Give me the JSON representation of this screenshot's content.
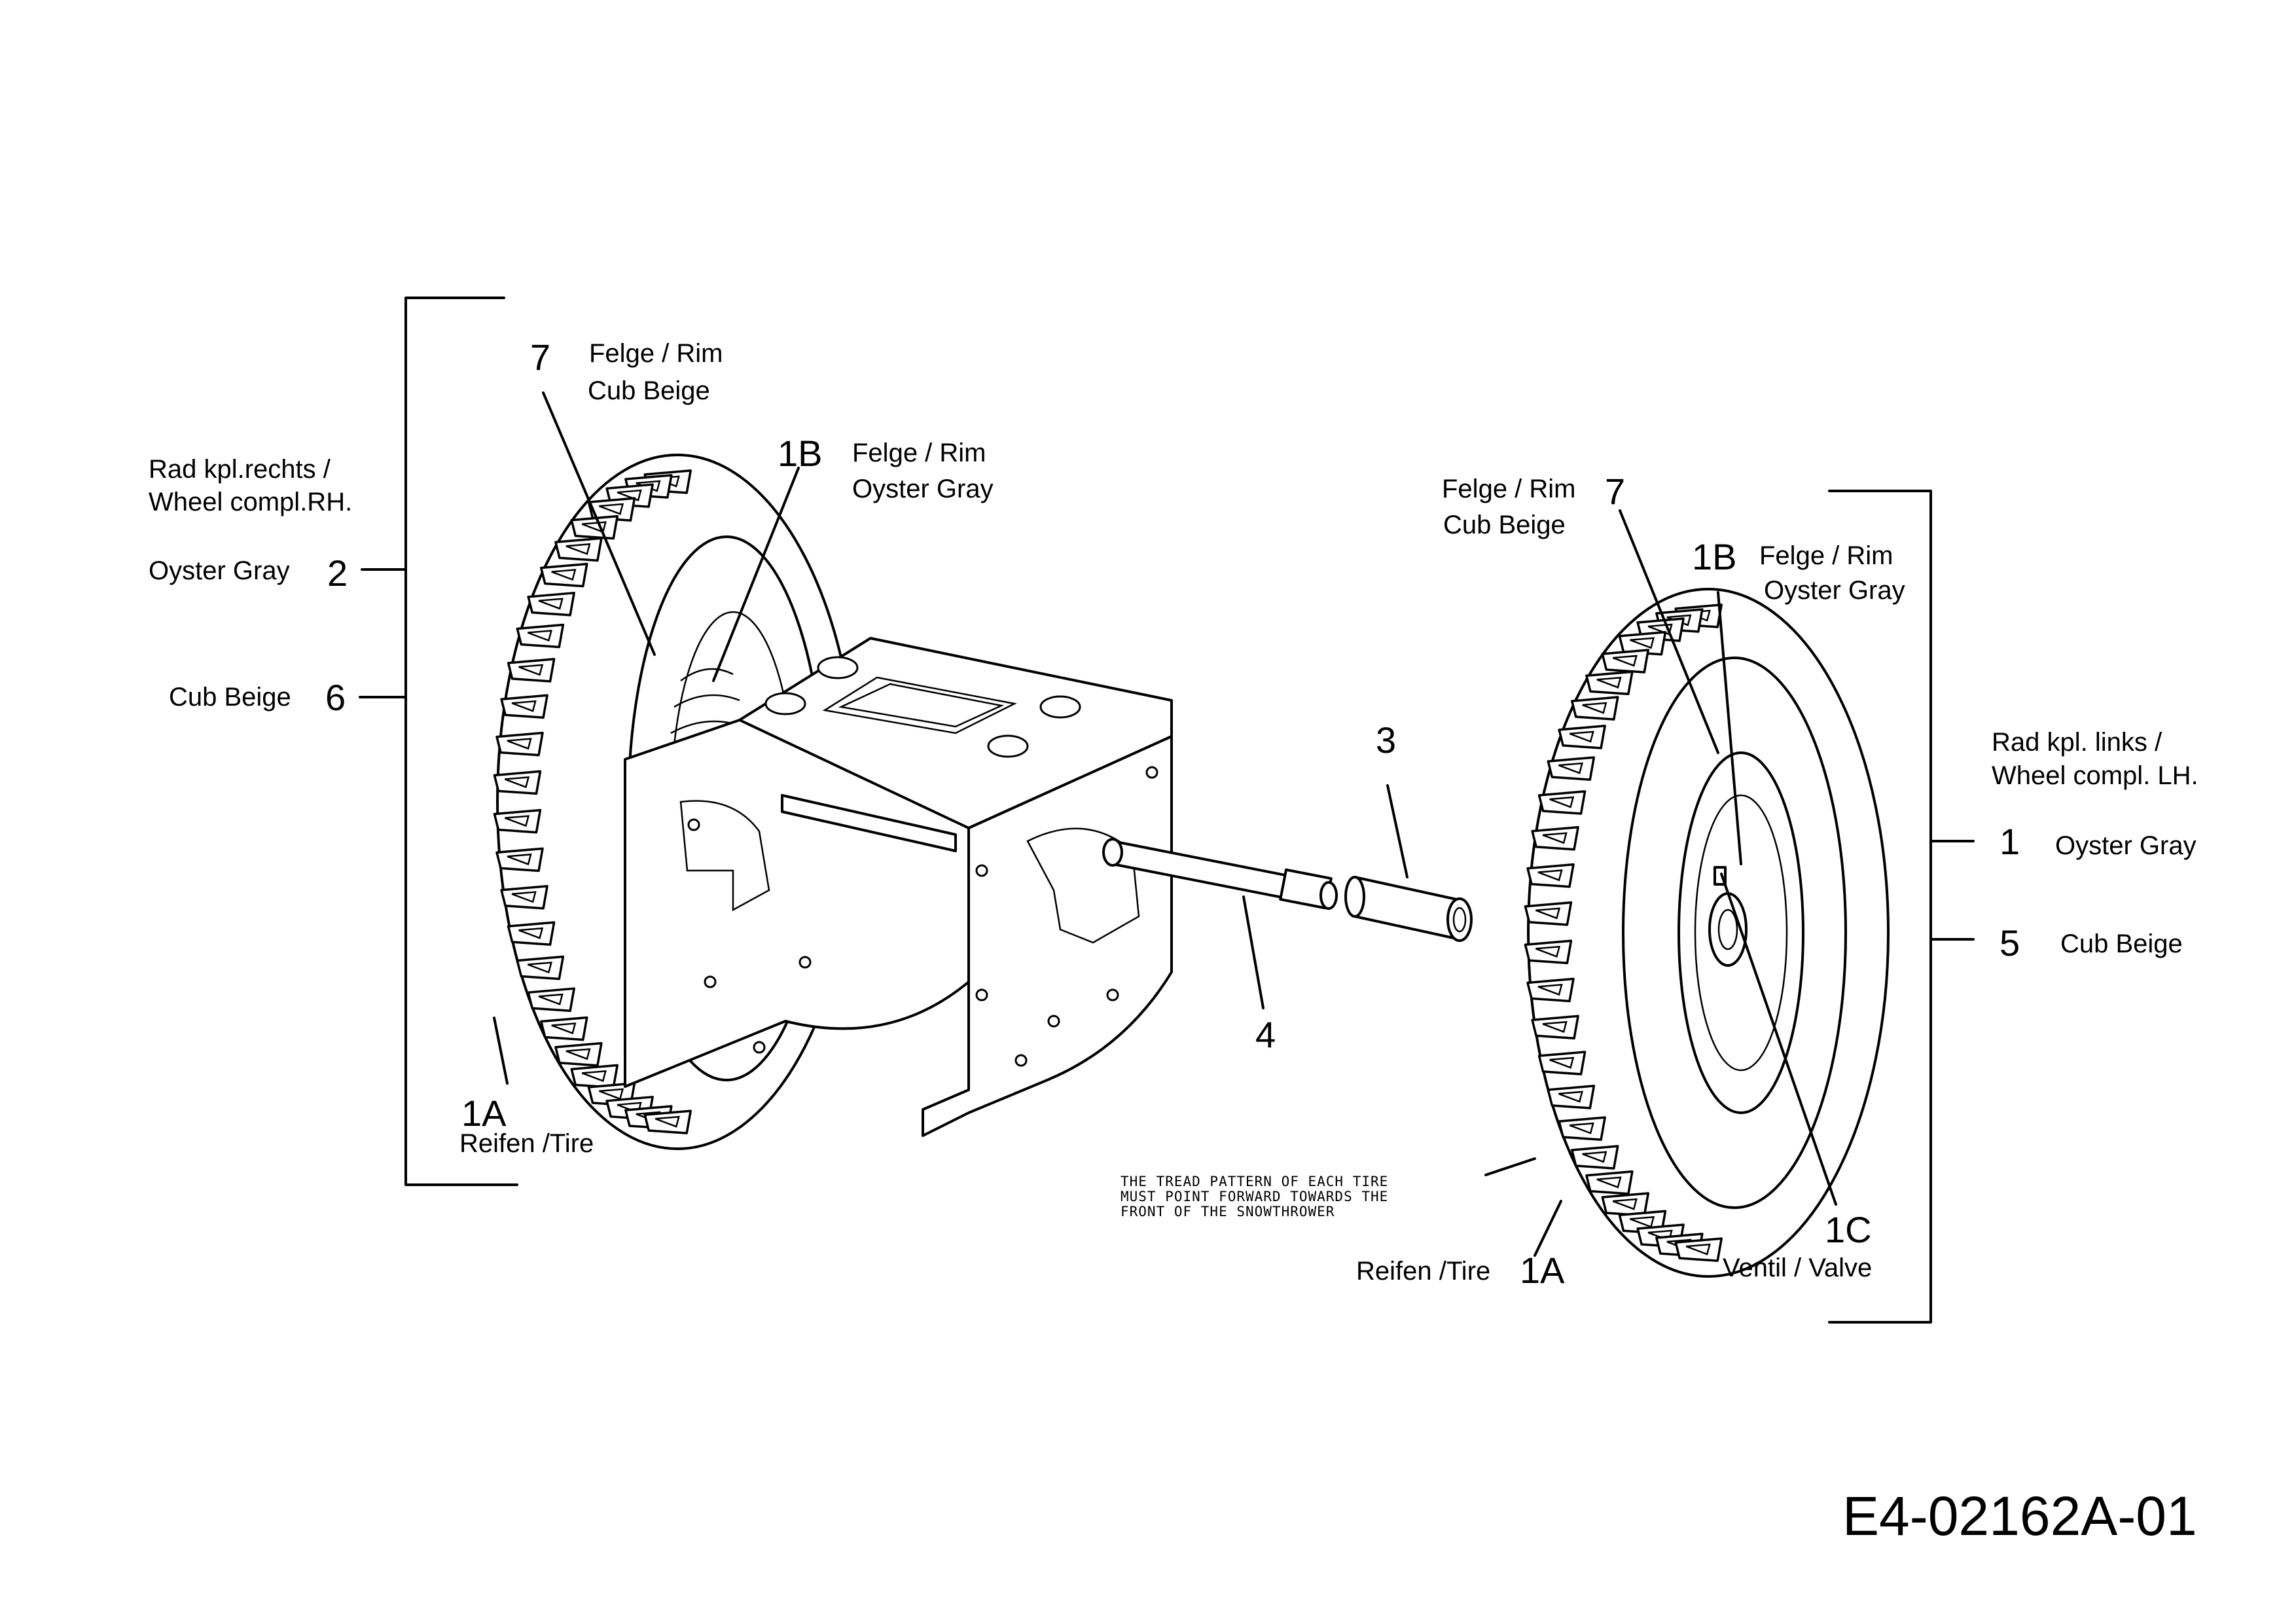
{
  "diagram": {
    "callouts": {
      "rh_7_num": "7",
      "rh_7_line1": "Felge / Rim",
      "rh_7_line2": "Cub Beige",
      "rh_1b_num": "1B",
      "rh_1b_line1": "Felge / Rim",
      "rh_1b_line2": "Oyster Gray",
      "rh_1a_num": "1A",
      "rh_1a_label": "Reifen /Tire",
      "lh_7_num": "7",
      "lh_7_line1": "Felge / Rim",
      "lh_7_line2": "Cub Beige",
      "lh_1b_num": "1B",
      "lh_1b_line1": "Felge / Rim",
      "lh_1b_line2": "Oyster Gray",
      "lh_1a_num": "1A",
      "lh_1a_label": "Reifen /Tire",
      "lh_1c_num": "1C",
      "lh_1c_label": "Ventil / Valve",
      "part_3_num": "3",
      "part_4_num": "4"
    },
    "rh_group": {
      "title_line1": "Rad kpl.rechts /",
      "title_line2": "Wheel compl.RH.",
      "item_2_color": "Oyster Gray",
      "item_2_num": "2",
      "item_6_color": "Cub Beige",
      "item_6_num": "6"
    },
    "lh_group": {
      "title_line1": "Rad kpl. links /",
      "title_line2": "Wheel compl. LH.",
      "item_1_num": "1",
      "item_1_color": "Oyster Gray",
      "item_5_num": "5",
      "item_5_color": "Cub Beige"
    },
    "tread_note": {
      "line1": "THE TREAD PATTERN OF EACH TIRE",
      "line2": "MUST POINT FORWARD TOWARDS THE",
      "line3": "FRONT OF THE SNOWTHROWER"
    },
    "document_number": "E4-02162A-01"
  }
}
